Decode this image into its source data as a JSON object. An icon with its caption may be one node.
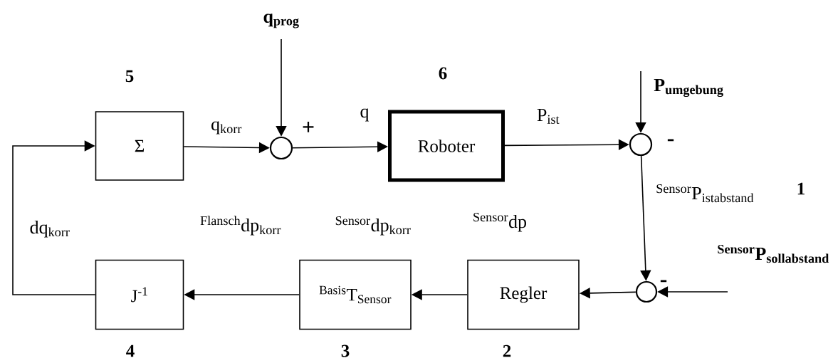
{
  "diagram": {
    "nodes": [
      {
        "text": [
          "Σ"
        ],
        "beside": [
          "5"
        ]
      },
      {
        "text": [],
        "shape": "circle",
        "beside": [
          "+"
        ]
      },
      {
        "text": [
          "Roboter"
        ],
        "beside": [
          "6"
        ]
      },
      {
        "text": [],
        "shape": "circle",
        "beside": [
          "-"
        ]
      },
      {
        "text": [
          "J$^{-1}$"
        ],
        "beside": [
          "4"
        ]
      },
      {
        "text": [
          "$^{Basis}$T$_{Sensor}$"
        ],
        "beside": [
          "3"
        ]
      },
      {
        "text": [
          "Regler"
        ],
        "beside": [
          "2"
        ]
      },
      {
        "text": [],
        "shape": "circle",
        "beside": [
          "-"
        ]
      }
    ],
    "edges": [
      {
        "from": null,
        "to": 1,
        "arrow": "to",
        "label": "q$_{prog}$"
      },
      {
        "from": 0,
        "to": 1,
        "arrow": "to",
        "label": "q$_{korr}$"
      },
      {
        "from": 1,
        "to": 2,
        "arrow": "to",
        "label": "q"
      },
      {
        "from": 2,
        "to": 3,
        "arrow": "to",
        "label": "P$_{ist}$"
      },
      {
        "from": null,
        "to": 3,
        "arrow": "to",
        "label": "P$_{umgebung}$"
      },
      {
        "from": 3,
        "to": 7,
        "arrow": "to",
        "label": "{}^{\\mathrm{Sensor}}\\mathrm{P}_{\\mathrm{istabstand}}"
      },
      {
        "from": null,
        "to": 7,
        "arrow": "to",
        "label": "{}^{\\mathbf{Sensor}}\\mathbf{P}_{\\mathbf{sollabstand}}"
      },
      {
        "from": 7,
        "to": 6,
        "arrow": "to",
        "label": "$^{Sensor}$dp"
      },
      {
        "from": 6,
        "to": 5,
        "arrow": "to",
        "label": "$^{Sensor}$dp$_{korr}$"
      },
      {
        "from": 5,
        "to": 4,
        "arrow": "to",
        "label": "$^{Flansch}$dp$_{korr}$"
      },
      {
        "from": 4,
        "to": 0,
        "arrow": "to",
        "label": "dq$_{korr}$"
      }
    ],
    "labels": [
      "1"
    ]
  }
}
